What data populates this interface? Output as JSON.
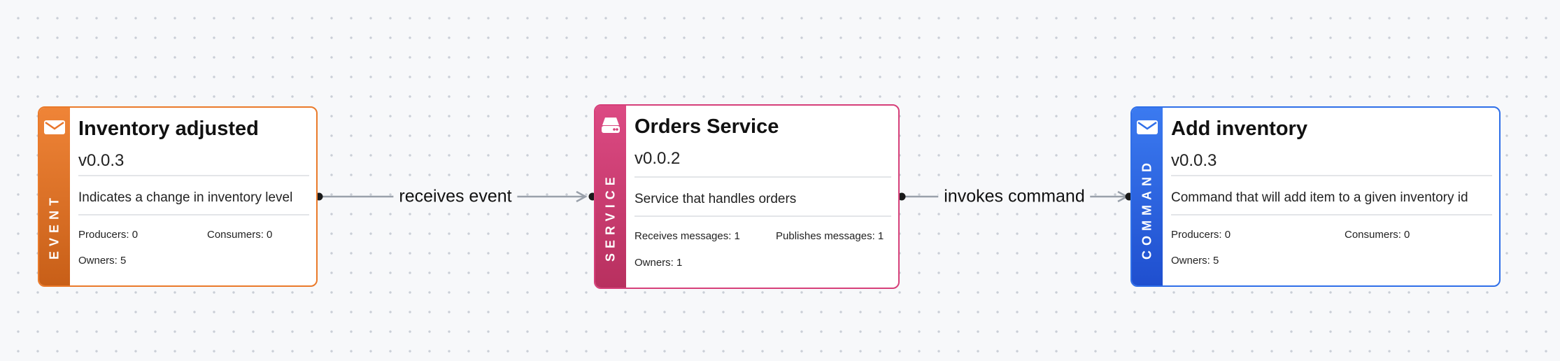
{
  "colors": {
    "event": "#ea7a2a",
    "service": "#d63f79",
    "command": "#2f6fe8",
    "edge": "#9aa1ab",
    "handle": "#1a1a1a"
  },
  "nodes": {
    "event": {
      "kind_label": "EVENT",
      "icon": "envelope-icon",
      "title": "Inventory adjusted",
      "version": "v0.0.3",
      "description": "Indicates a change in inventory level",
      "stat_a": "Producers: 0",
      "stat_b": "Consumers: 0",
      "stat_c": "Owners: 5"
    },
    "service": {
      "kind_label": "SERVICE",
      "icon": "server-icon",
      "title": "Orders Service",
      "version": "v0.0.2",
      "description": "Service that handles orders",
      "stat_a": "Receives messages: 1",
      "stat_b": "Publishes messages: 1",
      "stat_c": "Owners: 1"
    },
    "command": {
      "kind_label": "COMMAND",
      "icon": "envelope-icon",
      "title": "Add inventory",
      "version": "v0.0.3",
      "description": "Command that will add item to a given inventory id",
      "stat_a": "Producers: 0",
      "stat_b": "Consumers: 0",
      "stat_c": "Owners: 5"
    }
  },
  "edges": {
    "event_to_service": {
      "label": "receives event"
    },
    "service_to_command": {
      "label": "invokes command"
    }
  }
}
